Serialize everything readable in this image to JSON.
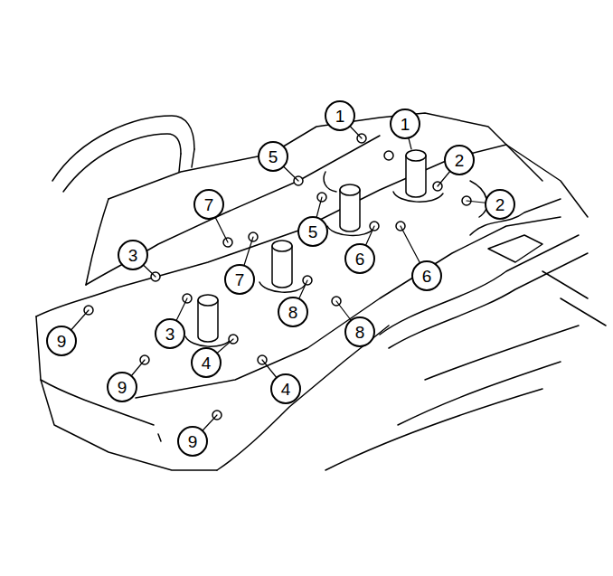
{
  "diagram": {
    "nodes": [
      {
        "text": [
          "1"
        ]
      },
      {
        "text": [
          "1"
        ]
      },
      {
        "text": [
          "5"
        ]
      },
      {
        "text": [
          "2"
        ]
      },
      {
        "text": [
          "2"
        ]
      },
      {
        "text": [
          "7"
        ]
      },
      {
        "text": [
          "5"
        ]
      },
      {
        "text": [
          "3"
        ]
      },
      {
        "text": [
          "6"
        ]
      },
      {
        "text": [
          "6"
        ]
      },
      {
        "text": [
          "7"
        ]
      },
      {
        "text": [
          "8"
        ]
      },
      {
        "text": [
          "8"
        ]
      },
      {
        "text": [
          "9"
        ]
      },
      {
        "text": [
          "3"
        ]
      },
      {
        "text": [
          "4"
        ]
      },
      {
        "text": [
          "9"
        ]
      },
      {
        "text": [
          "4"
        ]
      },
      {
        "text": [
          "9"
        ]
      }
    ]
  }
}
